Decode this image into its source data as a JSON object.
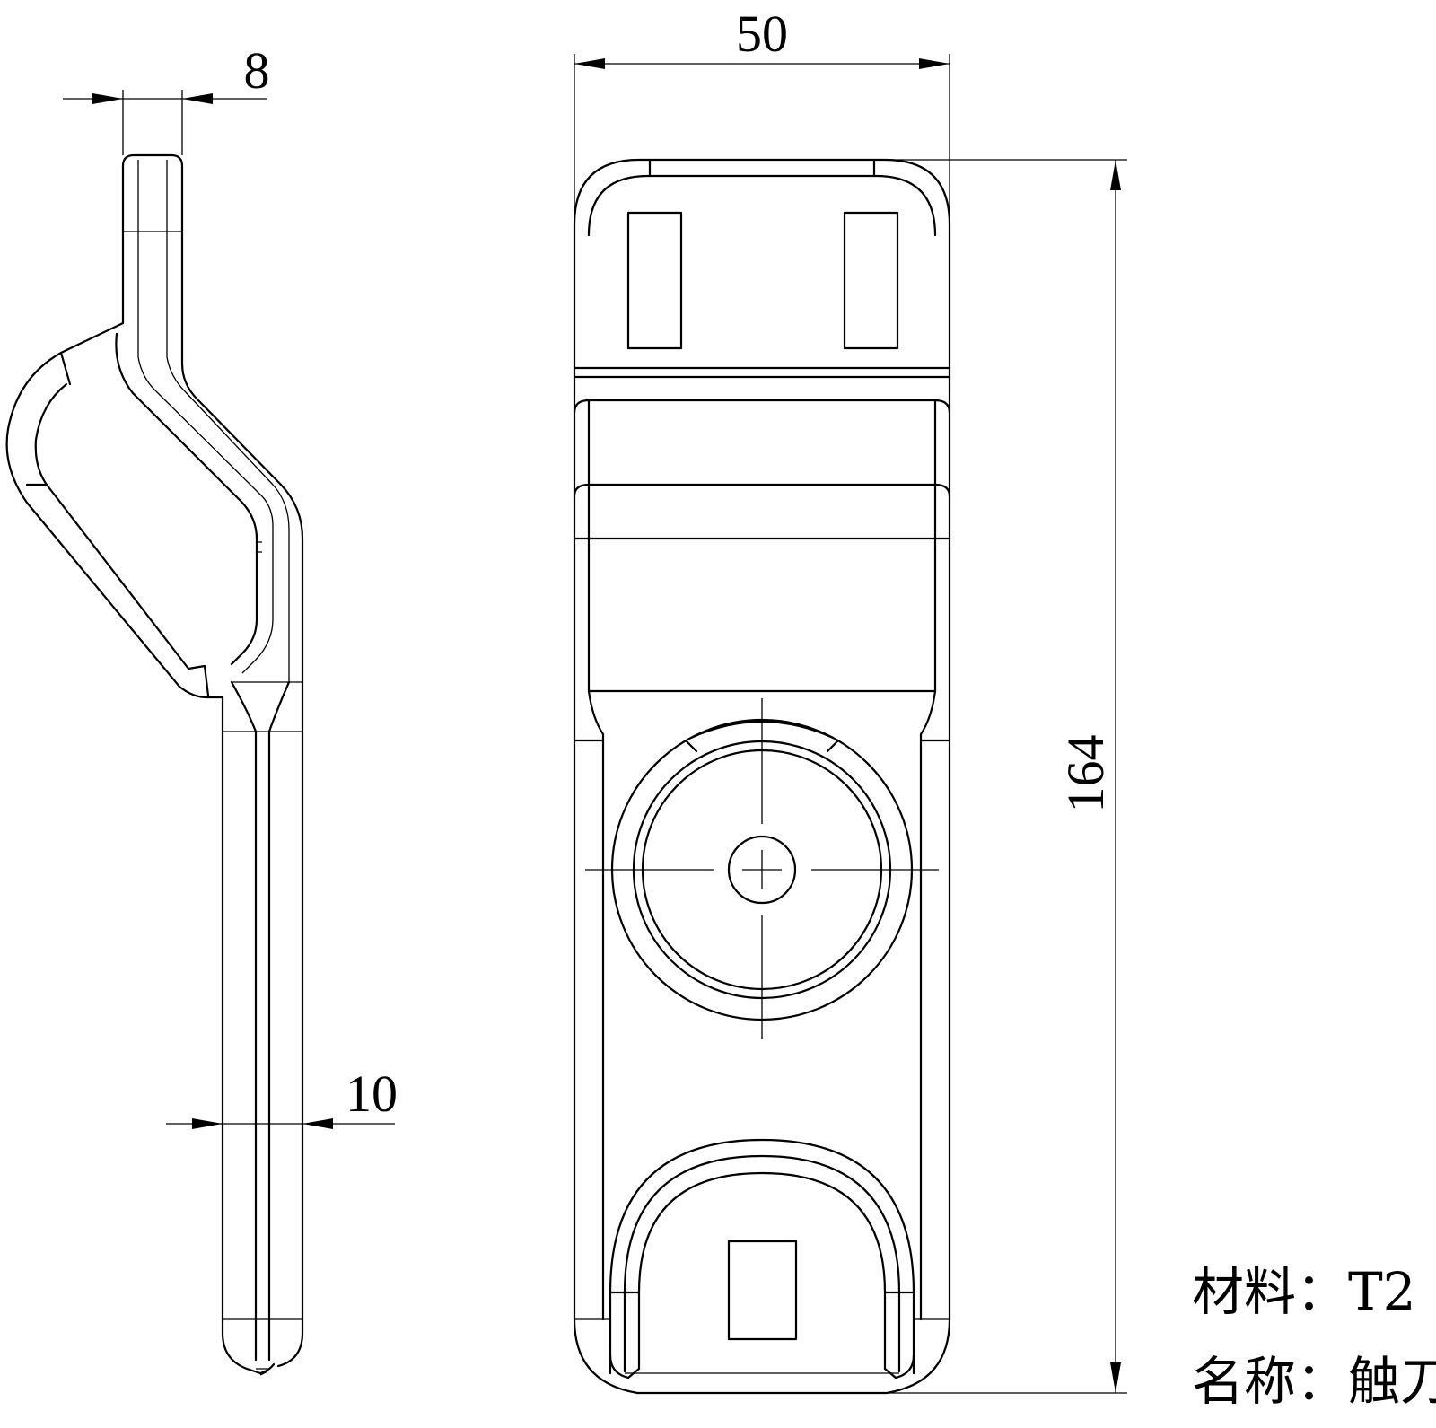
{
  "dimensions": {
    "tab_thickness": "8",
    "plate_thickness": "10",
    "width": "50",
    "length": "164"
  },
  "notes": {
    "material": "材料：T2",
    "name": "名称：触刀"
  }
}
